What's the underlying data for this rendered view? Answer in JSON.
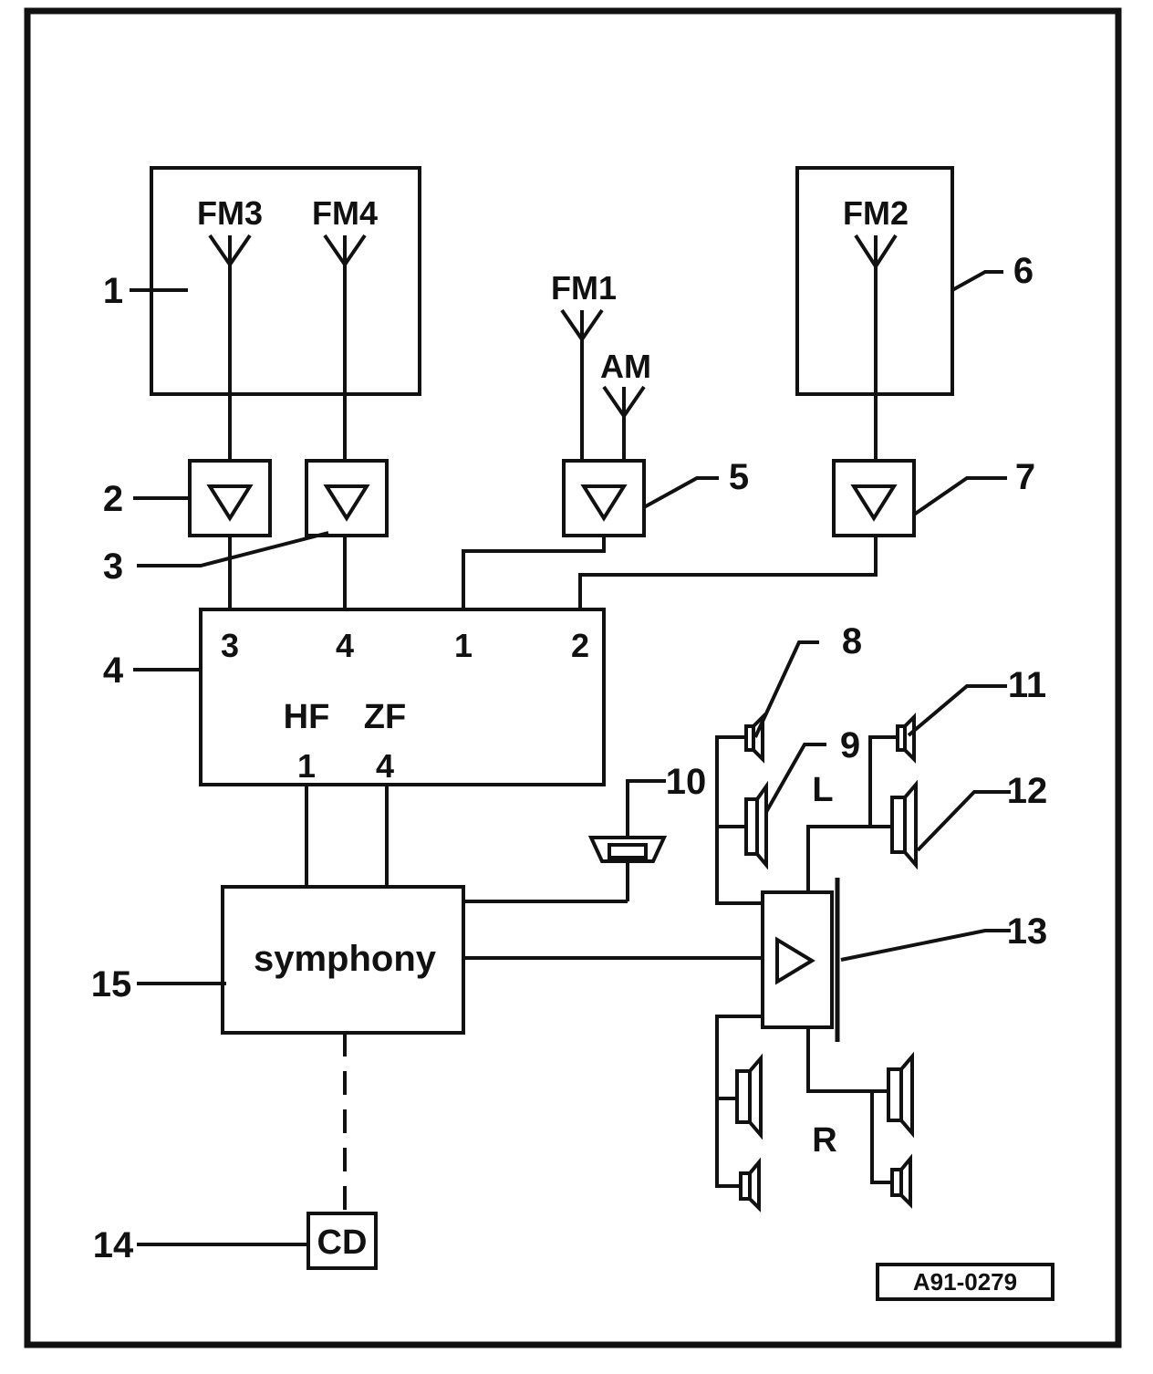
{
  "antennas": {
    "fm3": "FM3",
    "fm4": "FM4",
    "fm1": "FM1",
    "am": "AM",
    "fm2": "FM2"
  },
  "callouts": {
    "c1": "1",
    "c2": "2",
    "c3": "3",
    "c4": "4",
    "c5": "5",
    "c6": "6",
    "c7": "7",
    "c8": "8",
    "c9": "9",
    "c10": "10",
    "c11": "11",
    "c12": "12",
    "c13": "13",
    "c14": "14",
    "c15": "15"
  },
  "tuner": {
    "input3": "3",
    "input4": "4",
    "input1": "1",
    "input2": "2",
    "hf": "HF",
    "zf": "ZF",
    "output1": "1",
    "output4": "4"
  },
  "radio_unit": "symphony",
  "cd_changer": "CD",
  "channel_left": "L",
  "channel_right": "R",
  "figure_ref": "A91-0279"
}
